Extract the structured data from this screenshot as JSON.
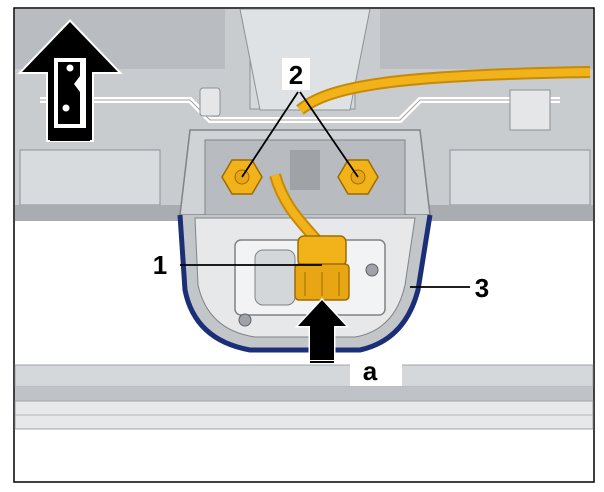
{
  "callouts": {
    "part_1": "1",
    "part_2": "2",
    "part_3": "3",
    "view_a": "a"
  },
  "icons": {
    "top_left": "direction-arrow-with-door-icon",
    "bottom": "push-direction-arrow-icon"
  },
  "colors": {
    "background": "#ffffff",
    "frame": "#000000",
    "part_gray": "#c9cccf",
    "part_gray_dark": "#9fa3a7",
    "part_gray_light": "#e4e6e8",
    "cable_yellow": "#f2b21a",
    "cable_yellow_dark": "#c78a05",
    "trim_blue": "#1b2f78"
  }
}
